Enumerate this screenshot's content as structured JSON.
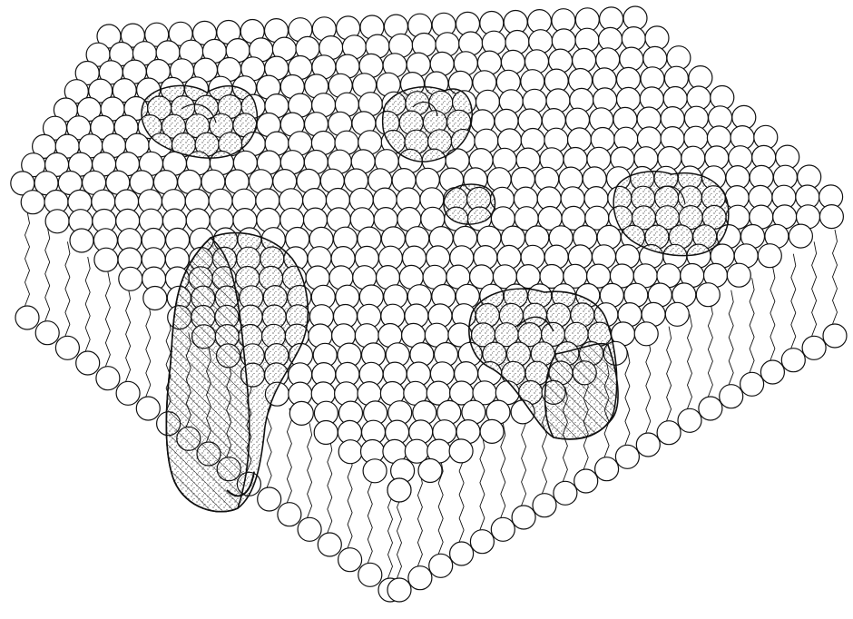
{
  "diagram": {
    "type": "fluid-mosaic-membrane-illustration",
    "style": "black-and-white pen-and-ink drawing",
    "colors": {
      "background": "#ffffff",
      "ink": "#111111",
      "head_fill": "#ffffff",
      "protein_fill": "#f3f3f3",
      "stipple": "#222222"
    },
    "components": [
      "phospholipid-heads",
      "fatty-acid-tails",
      "peripheral-proteins",
      "integral-proteins"
    ],
    "peripheral_protein_count": 4,
    "integral_protein_count": 2
  }
}
